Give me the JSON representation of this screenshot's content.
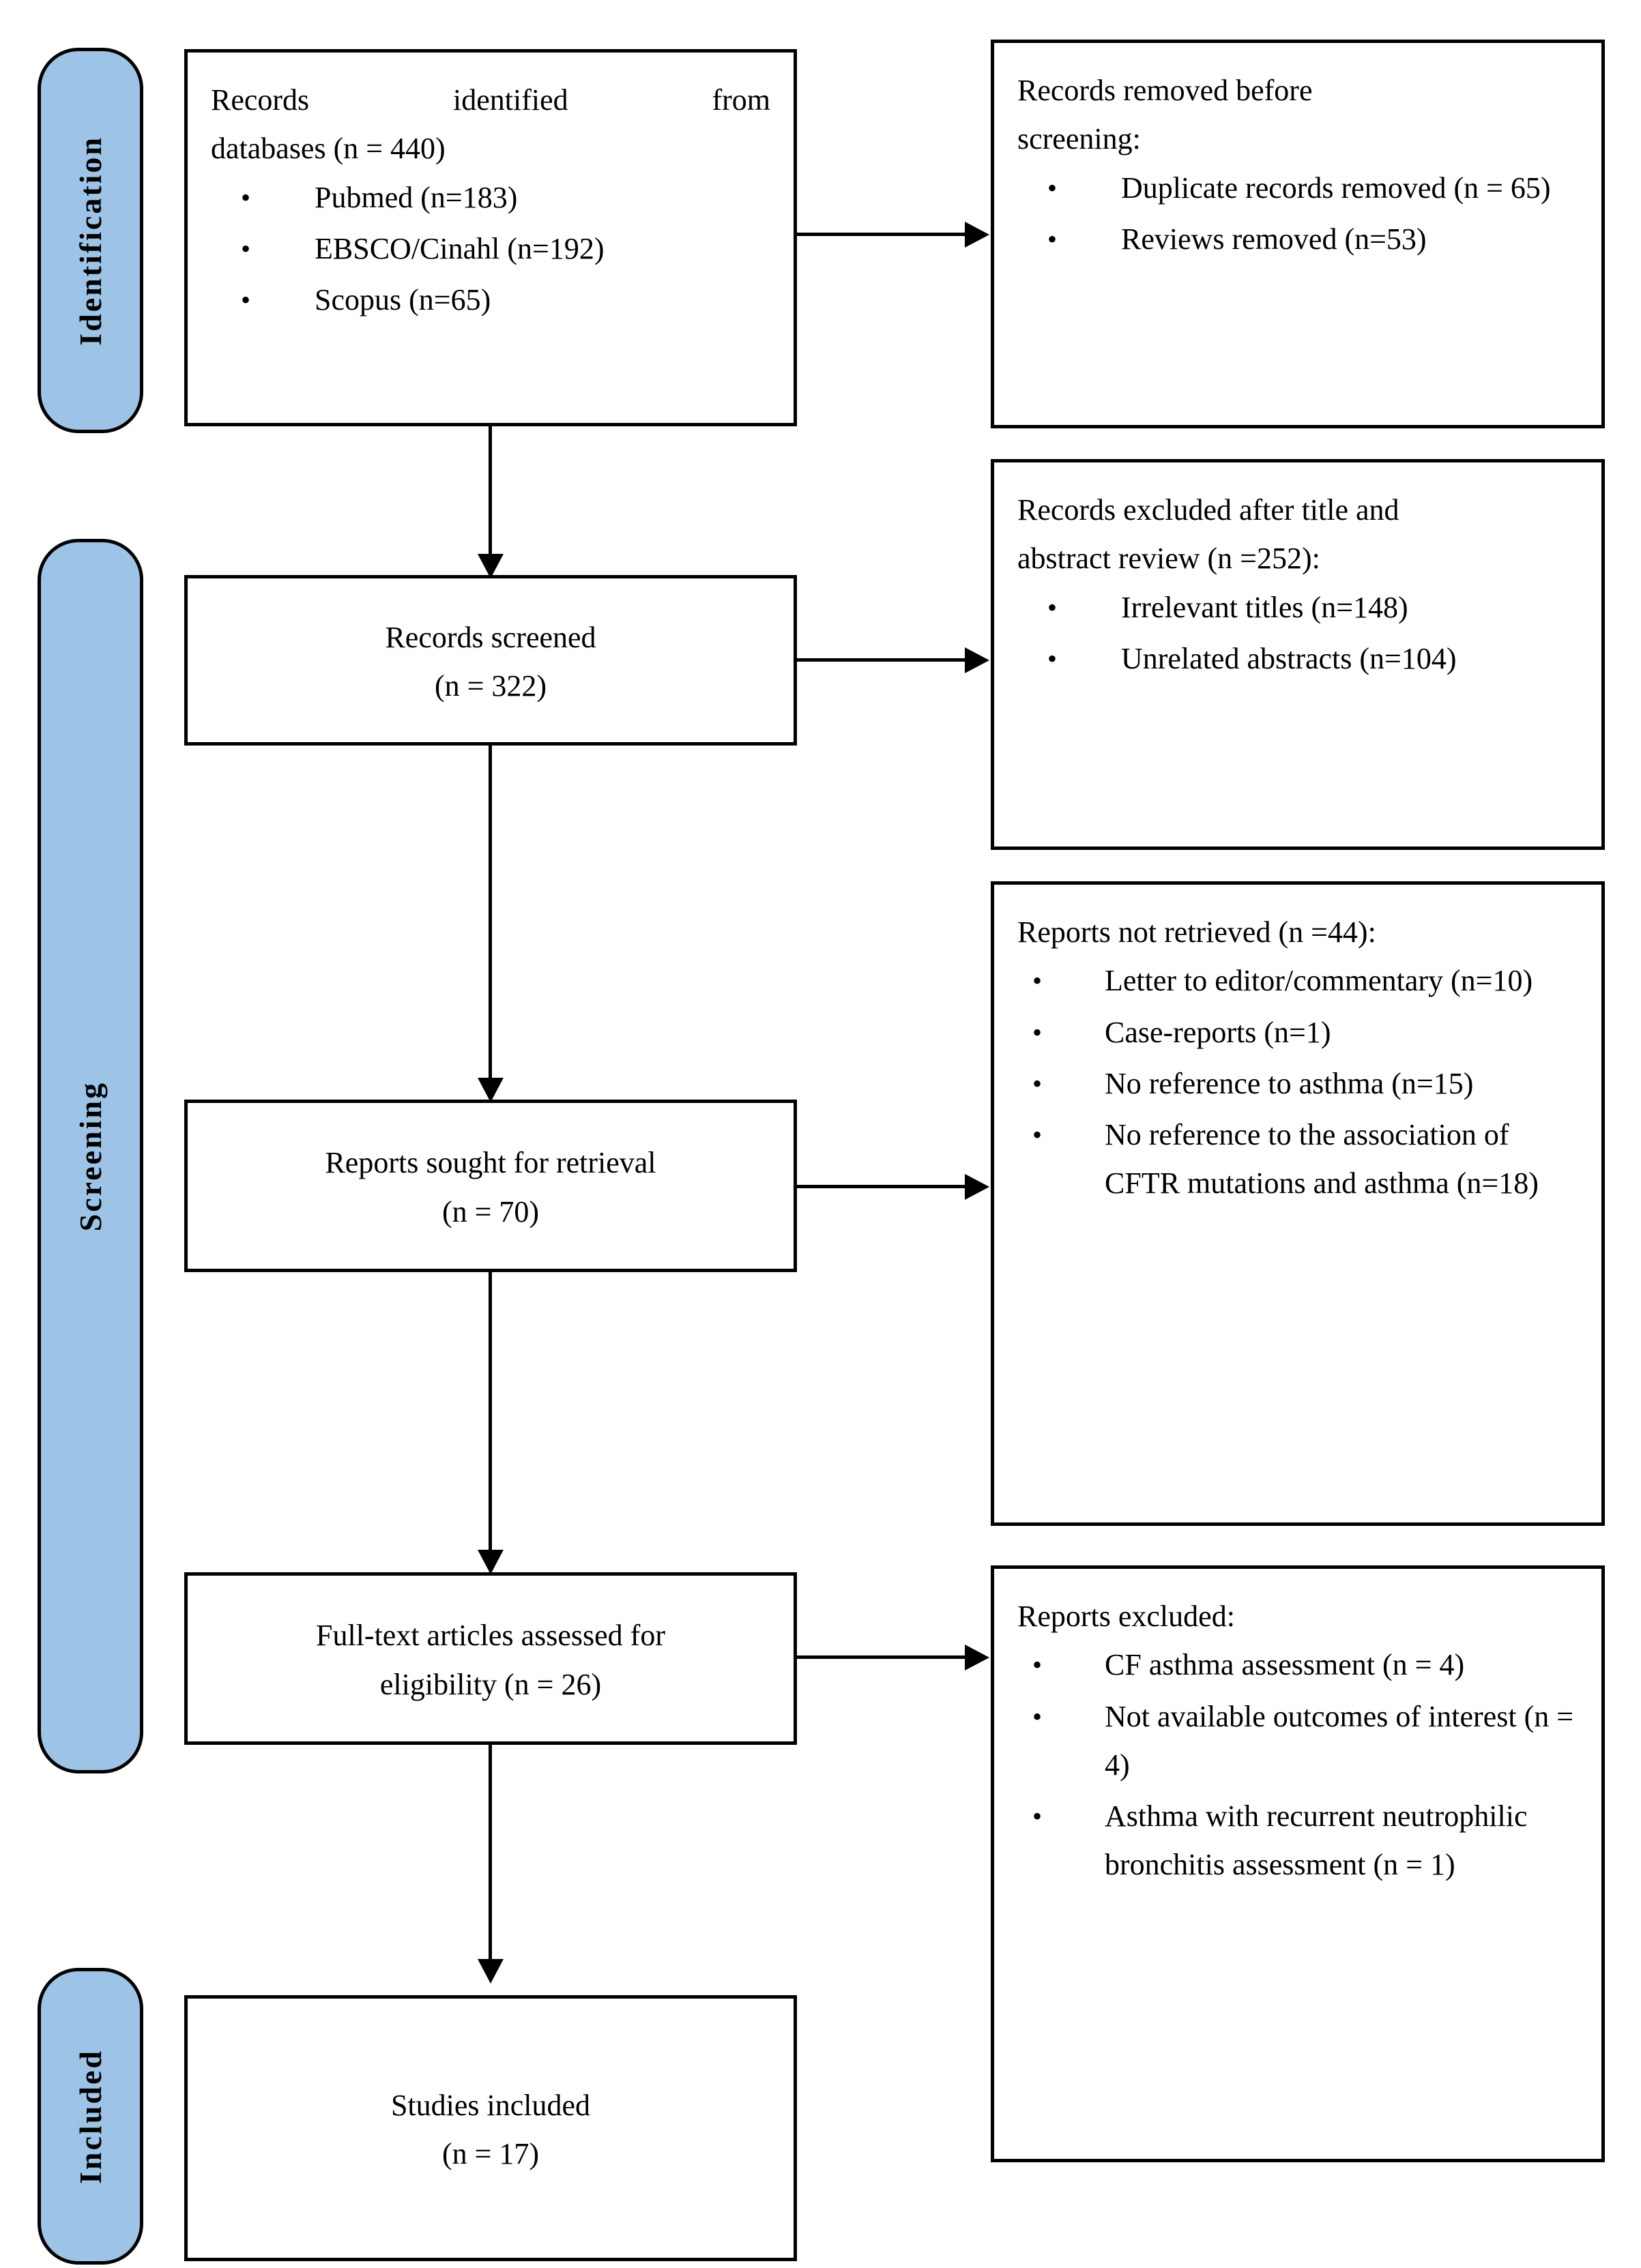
{
  "diagram": {
    "type": "PRISMA flow diagram",
    "stages": [
      {
        "id": "identification",
        "label": "Identification"
      },
      {
        "id": "screening",
        "label": "Screening"
      },
      {
        "id": "included",
        "label": "Included"
      }
    ]
  },
  "boxes": {
    "records_identified": {
      "line1": "Records identified from",
      "line2": "databases (n = 440)",
      "items": [
        "Pubmed (n=183)",
        "EBSCO/Cinahl (n=192)",
        "Scopus (n=65)"
      ]
    },
    "records_removed": {
      "line1": "Records removed before",
      "line2": "screening:",
      "items": [
        "Duplicate records removed (n = 65)",
        "Reviews removed (n=53)"
      ]
    },
    "records_screened": {
      "line1": "Records screened",
      "line2": "(n = 322)"
    },
    "records_excluded": {
      "line1": "Records excluded after title and",
      "line2": "abstract review (n =252):",
      "items": [
        "Irrelevant titles (n=148)",
        "Unrelated abstracts (n=104)"
      ]
    },
    "reports_sought": {
      "line1": "Reports sought for retrieval",
      "line2": "(n = 70)"
    },
    "reports_not_retrieved": {
      "line1": "Reports not retrieved (n =44):",
      "items": [
        "Letter to editor/commentary (n=10)",
        "Case-reports (n=1)",
        "No reference to asthma (n=15)",
        "No reference to the association of CFTR mutations and asthma (n=18)"
      ]
    },
    "full_text_assessed": {
      "line1": "Full-text articles assessed for",
      "line2": "eligibility (n = 26)"
    },
    "reports_excluded": {
      "line1": "Reports excluded:",
      "items": [
        "CF asthma assessment (n = 4)",
        "Not available outcomes of interest (n = 4)",
        "Asthma with recurrent neutrophilic bronchitis assessment (n = 1)"
      ]
    },
    "studies_included": {
      "line1": "Studies included",
      "line2": "(n = 17)"
    }
  },
  "glyphs": {
    "bullet": "•"
  },
  "colors": {
    "stage_fill": "#9DC3E6",
    "stroke": "#000000",
    "background": "#FFFFFF"
  }
}
